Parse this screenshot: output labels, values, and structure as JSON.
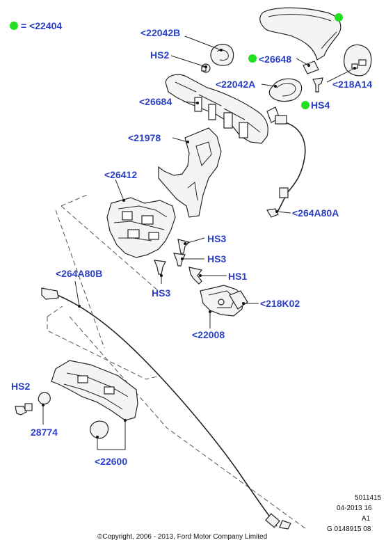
{
  "legend": {
    "symbol_color": "#22e01f",
    "text": "= <22404"
  },
  "labels": {
    "l22042B": "<22042B",
    "lHS2a": "HS2",
    "l26648": "<26648",
    "l22042A": "<22042A",
    "l218A14": "<218A14",
    "lHS4": "HS4",
    "l26684": "<26684",
    "l21978": "<21978",
    "l26412": "<26412",
    "l264A80A": "<264A80A",
    "lHS3a": "HS3",
    "lHS3b": "HS3",
    "lHS3c": "HS3",
    "lHS1": "HS1",
    "l264A80B": "<264A80B",
    "l218K02": "<218K02",
    "l22008": "<22008",
    "lHS2b": "HS2",
    "l28774": "28774",
    "l22600": "<22600"
  },
  "meta": {
    "line1": "5011415",
    "line2": "04-2013 16",
    "line3": "A1",
    "line4": "G 0148915 08"
  },
  "copyright": "©Copyright, 2006 - 2013, Ford Motor Company Limited",
  "colors": {
    "label": "#2a3fc7",
    "marker": "#22e01f"
  }
}
